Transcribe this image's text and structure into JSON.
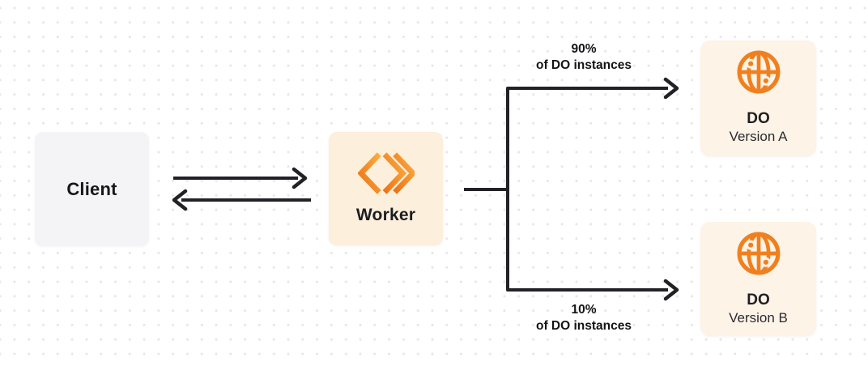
{
  "diagram": {
    "client": {
      "label": "Client"
    },
    "worker": {
      "label": "Worker",
      "icon": "cloudflare-workers-icon"
    },
    "do_version_a": {
      "title": "DO",
      "subtitle": "Version A",
      "icon": "durable-object-globe-icon"
    },
    "do_version_b": {
      "title": "DO",
      "subtitle": "Version B",
      "icon": "durable-object-globe-icon"
    },
    "branch_top": {
      "percent": "90%",
      "caption": "of DO instances"
    },
    "branch_bottom": {
      "percent": "10%",
      "caption": "of DO instances"
    },
    "colors": {
      "orange": "#f0801f",
      "orange_gradient_light": "#fbad41",
      "orange_gradient_dark": "#ec7216",
      "worker_box_bg": "#fcefdc",
      "do_box_bg": "#fdf3e6",
      "client_box_bg": "#f4f4f6",
      "line": "#222226",
      "text": "#17171a",
      "dot_grid": "#e7e7ec"
    }
  }
}
